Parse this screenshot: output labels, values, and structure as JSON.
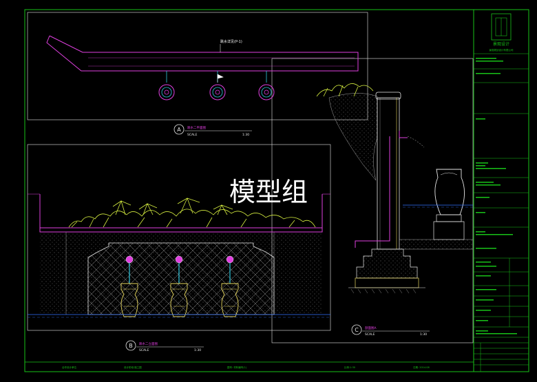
{
  "watermark": "模型组",
  "callouts": {
    "a": {
      "letter": "A",
      "title": "跌水二平面图",
      "scale_label": "SCALE",
      "scale_value": "1:30"
    },
    "b": {
      "letter": "B",
      "title": "跌水二立面图",
      "scale_label": "SCALE",
      "scale_value": "1:30"
    },
    "c": {
      "letter": "C",
      "title": "剖面图A",
      "scale_label": "SCALE",
      "scale_value": "1:30"
    }
  },
  "plan_note": "跌水详见(P-1)",
  "title_block": {
    "logo_text": "景观设计",
    "company": "景观规划设计有限公司"
  },
  "bottom_strip": [
    "合作设计单位",
    "设计阶段:施工图",
    "图号: 材料编号(1)",
    "比例:1:30",
    "日期: 2014.08"
  ],
  "colors": {
    "frame": "#18c418",
    "magenta": "#e040e0",
    "cyan": "#30c8e0",
    "plant": "#d8f040",
    "white": "#e8e8e8",
    "blue": "#3070ff"
  }
}
